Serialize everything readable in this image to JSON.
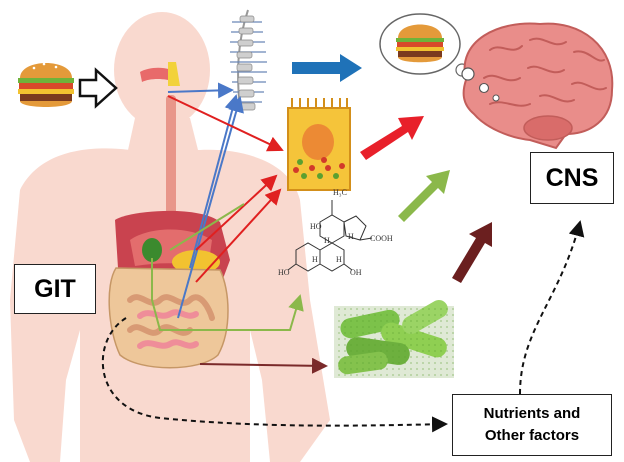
{
  "labels": {
    "git": "GIT",
    "cns": "CNS",
    "nutrients_line1": "Nutrients and",
    "nutrients_line2": "Other factors"
  },
  "molecule_atoms": {
    "ch3_top": "H₃C",
    "ho_upper": "HO",
    "h_1": "H",
    "h_2": "H",
    "h_3": "H",
    "h_4": "H",
    "cooh": "COOH",
    "ho_left": "HO",
    "oh_right": "OH"
  },
  "colors": {
    "body_silhouette": "#f9d9cf",
    "arrow_blue": "#1f72b8",
    "arrow_red": "#e8202a",
    "arrow_green": "#8bb84a",
    "arrow_maroon": "#6b1f1f",
    "thin_blue": "#4a78c8",
    "thin_red": "#e02020",
    "thin_green": "#8bb84a",
    "thin_maroon": "#7a2a2a",
    "brain": "#e98d8a",
    "bacteria": "#7cc24a"
  },
  "icons": [
    "burger-icon",
    "brain-icon",
    "thought-bubble-icon",
    "spine-icon",
    "enteroendocrine-cell-icon",
    "bacteria-icon",
    "digestive-tract-icon",
    "bile-acid-molecule-icon"
  ]
}
